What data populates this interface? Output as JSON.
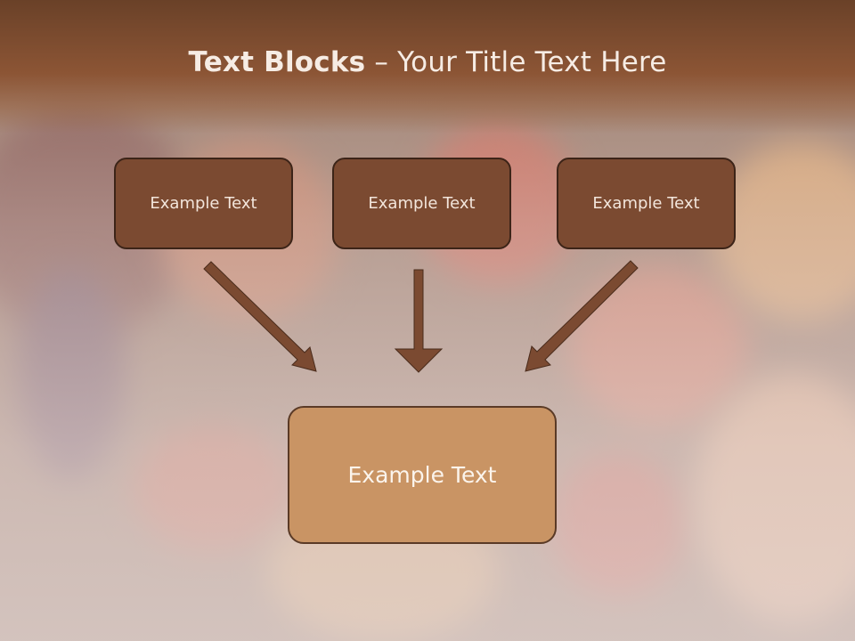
{
  "slide": {
    "title_bold": "Text Blocks",
    "title_rest": " – Your Title Text Here",
    "blocks": [
      {
        "text": "Example Text"
      },
      {
        "text": "Example Text"
      },
      {
        "text": "Example Text"
      }
    ],
    "main_block": {
      "text": "Example Text"
    }
  },
  "colors": {
    "title_band": "#7a4a2e",
    "block_fill": "#7b4a31",
    "block_border": "#3c2418",
    "main_block_fill": "#c99464",
    "arrow_fill": "#7b4a31"
  },
  "icons": {
    "arrows": [
      "arrow-down-right-icon",
      "arrow-down-icon",
      "arrow-down-left-icon"
    ]
  }
}
